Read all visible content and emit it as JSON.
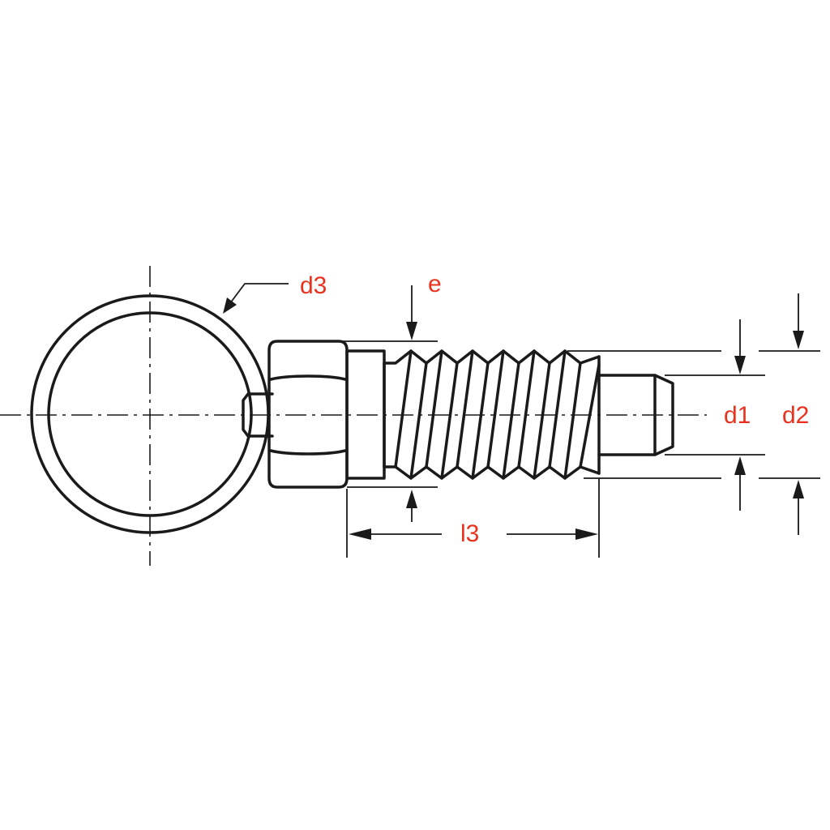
{
  "labels": {
    "d3": "d3",
    "e": "e",
    "d1": "d1",
    "d2": "d2",
    "l3": "l3"
  },
  "colors": {
    "line": "#1a1a1a",
    "label": "#e8321e",
    "background": "#ffffff"
  }
}
